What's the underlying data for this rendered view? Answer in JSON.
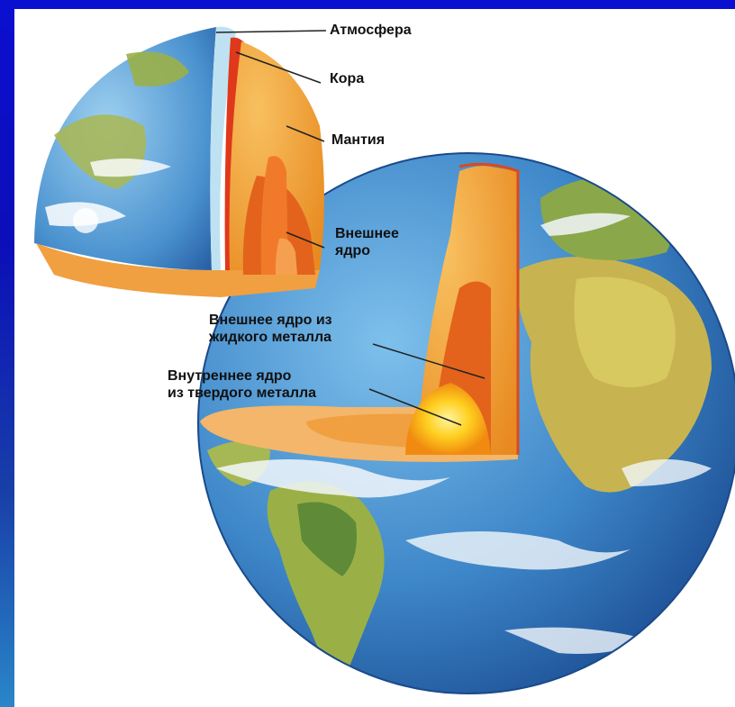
{
  "labels": {
    "atmosphere": "Атмосфера",
    "crust": "Кора",
    "mantle": "Мантия",
    "outer_core_line1": "Внешнее",
    "outer_core_line2": "ядро",
    "liquid_core_line1": "Внешнее ядро из",
    "liquid_core_line2": "жидкого металла",
    "solid_core_line1": "Внутреннее ядро",
    "solid_core_line2": "из твердого металла"
  },
  "colors": {
    "background": "#0b0fd0",
    "panel": "#ffffff",
    "ocean": "#3d86c8",
    "land": "#b8b24a",
    "mantle": "#f0a030",
    "outer_core": "#e8601a",
    "inner_core": "#ffd020",
    "crust": "#e03818"
  }
}
